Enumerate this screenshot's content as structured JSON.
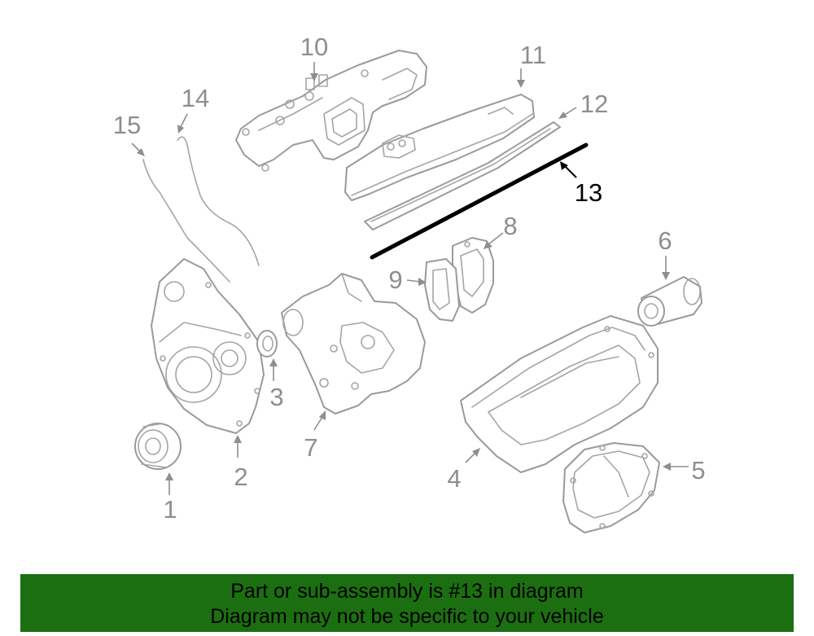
{
  "diagram": {
    "highlight_color": "#000000",
    "part_color": "#9a9a9a",
    "callouts": [
      {
        "id": "1",
        "label": "1"
      },
      {
        "id": "2",
        "label": "2"
      },
      {
        "id": "3",
        "label": "3"
      },
      {
        "id": "4",
        "label": "4"
      },
      {
        "id": "5",
        "label": "5"
      },
      {
        "id": "6",
        "label": "6"
      },
      {
        "id": "7",
        "label": "7"
      },
      {
        "id": "8",
        "label": "8"
      },
      {
        "id": "9",
        "label": "9"
      },
      {
        "id": "10",
        "label": "10"
      },
      {
        "id": "11",
        "label": "11"
      },
      {
        "id": "12",
        "label": "12"
      },
      {
        "id": "13",
        "label": "13",
        "highlighted": true
      },
      {
        "id": "14",
        "label": "14"
      },
      {
        "id": "15",
        "label": "15"
      }
    ]
  },
  "banner": {
    "background_color": "#1c6f10",
    "line1": "Part or sub-assembly is #13 in diagram",
    "line2": "Diagram may not be specific to your vehicle"
  }
}
